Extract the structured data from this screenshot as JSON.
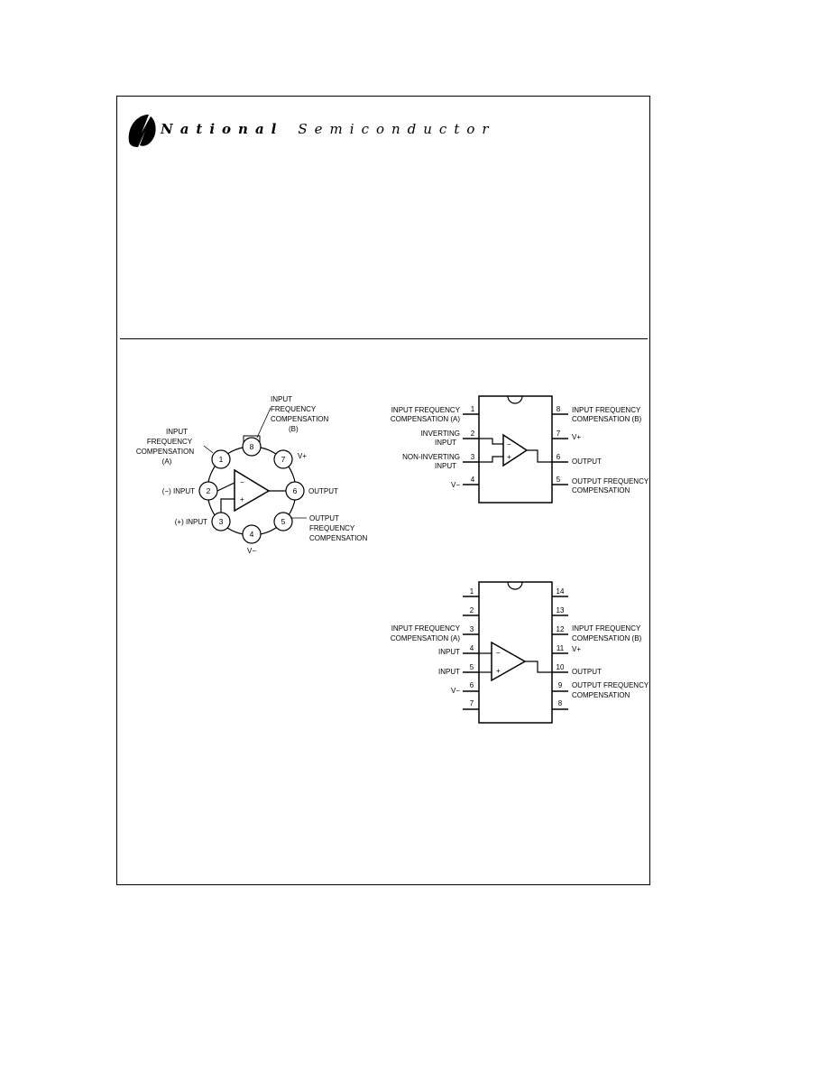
{
  "header": {
    "brand": "National",
    "name": "Semiconductor"
  },
  "metal_can": {
    "labels": {
      "input_freq_comp_b": [
        "INPUT",
        "FREQUENCY",
        "COMPENSATION",
        "(B)"
      ],
      "input_freq_comp_a": [
        "INPUT",
        "FREQUENCY",
        "COMPENSATION",
        "(A)"
      ],
      "v_plus": "V+",
      "minus_input": "(−) INPUT",
      "output": "OUTPUT",
      "plus_input": "(+) INPUT",
      "output_freq_comp": [
        "OUTPUT",
        "FREQUENCY",
        "COMPENSATION"
      ],
      "v_minus": "V−"
    },
    "pins": [
      "1",
      "2",
      "3",
      "4",
      "5",
      "6",
      "7",
      "8"
    ],
    "amp_signs": {
      "minus": "−",
      "plus": "+"
    }
  },
  "dip8": {
    "left": [
      {
        "num": "1",
        "label": [
          "INPUT FREQUENCY",
          "COMPENSATION (A)"
        ]
      },
      {
        "num": "2",
        "label": [
          "INVERTING",
          "INPUT"
        ]
      },
      {
        "num": "3",
        "label": [
          "NON-INVERTING",
          "INPUT"
        ]
      },
      {
        "num": "4",
        "label": [
          "V−"
        ]
      }
    ],
    "right": [
      {
        "num": "8",
        "label": [
          "INPUT FREQUENCY",
          "COMPENSATION (B)"
        ]
      },
      {
        "num": "7",
        "label": [
          "V+"
        ]
      },
      {
        "num": "6",
        "label": [
          "OUTPUT"
        ]
      },
      {
        "num": "5",
        "label": [
          "OUTPUT FREQUENCY",
          "COMPENSATION"
        ]
      }
    ],
    "amp_signs": {
      "minus": "−",
      "plus": "+"
    }
  },
  "dip14": {
    "left": [
      {
        "num": "1",
        "label": []
      },
      {
        "num": "2",
        "label": []
      },
      {
        "num": "3",
        "label": [
          "INPUT FREQUENCY",
          "COMPENSATION (A)"
        ]
      },
      {
        "num": "4",
        "label": [
          "INPUT"
        ]
      },
      {
        "num": "5",
        "label": [
          "INPUT"
        ]
      },
      {
        "num": "6",
        "label": [
          "V−"
        ]
      },
      {
        "num": "7",
        "label": []
      }
    ],
    "right": [
      {
        "num": "14",
        "label": []
      },
      {
        "num": "13",
        "label": []
      },
      {
        "num": "12",
        "label": [
          "INPUT FREQUENCY",
          "COMPENSATION (B)"
        ]
      },
      {
        "num": "11",
        "label": [
          "V+"
        ]
      },
      {
        "num": "10",
        "label": [
          "OUTPUT"
        ]
      },
      {
        "num": "9",
        "label": [
          "OUTPUT FREQUENCY",
          "COMPENSATION"
        ]
      },
      {
        "num": "8",
        "label": []
      }
    ],
    "amp_signs": {
      "minus": "−",
      "plus": "+"
    }
  }
}
